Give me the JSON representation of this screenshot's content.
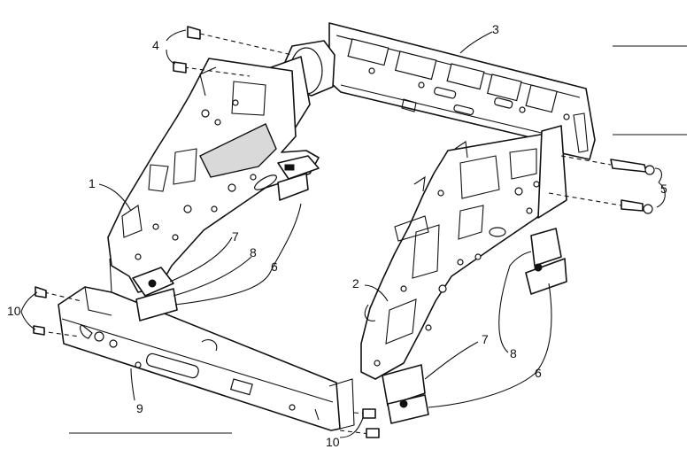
{
  "diagram": {
    "callouts": [
      {
        "id": "c1",
        "label": "1"
      },
      {
        "id": "c2",
        "label": "2"
      },
      {
        "id": "c3",
        "label": "3"
      },
      {
        "id": "c4",
        "label": "4"
      },
      {
        "id": "c5",
        "label": "5"
      },
      {
        "id": "c6a",
        "label": "6"
      },
      {
        "id": "c6b",
        "label": "6"
      },
      {
        "id": "c7a",
        "label": "7"
      },
      {
        "id": "c7b",
        "label": "7"
      },
      {
        "id": "c8a",
        "label": "8"
      },
      {
        "id": "c8b",
        "label": "8"
      },
      {
        "id": "c9",
        "label": "9"
      },
      {
        "id": "c10a",
        "label": "10"
      },
      {
        "id": "c10b",
        "label": "10"
      }
    ]
  }
}
